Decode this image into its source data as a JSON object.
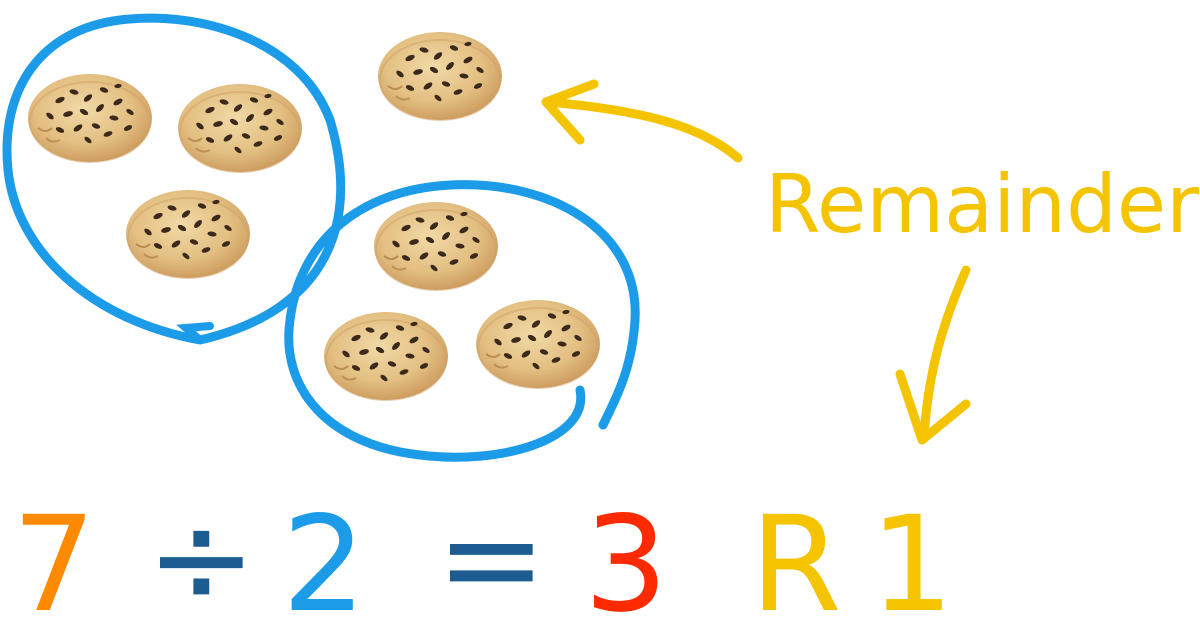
{
  "label": {
    "text": "Remainder",
    "color": "#f5c400"
  },
  "equation": {
    "dividend": {
      "text": "7",
      "color": "#ff8a00"
    },
    "operator": {
      "text": "÷",
      "color": "#1d5c91"
    },
    "divisor": {
      "text": "2",
      "color": "#1b9be8"
    },
    "equals": {
      "text": "=",
      "color": "#1d5c91"
    },
    "quotient": {
      "text": "3",
      "color": "#ff2a00"
    },
    "remainder_letter": {
      "text": "R",
      "color": "#f5c400"
    },
    "remainder_value": {
      "text": "1",
      "color": "#f5c400"
    }
  },
  "groups": [
    {
      "name": "group-1",
      "cookie_count": 3,
      "color": "#1b9be8"
    },
    {
      "name": "group-2",
      "cookie_count": 3,
      "color": "#1b9be8"
    }
  ],
  "remainder_cookies": 1,
  "colors": {
    "circle": "#1b9be8",
    "arrow": "#f5c400",
    "cookie_base": "#e3bf82",
    "cookie_shade": "#c89a5a",
    "chip": "#3b2a1c"
  }
}
